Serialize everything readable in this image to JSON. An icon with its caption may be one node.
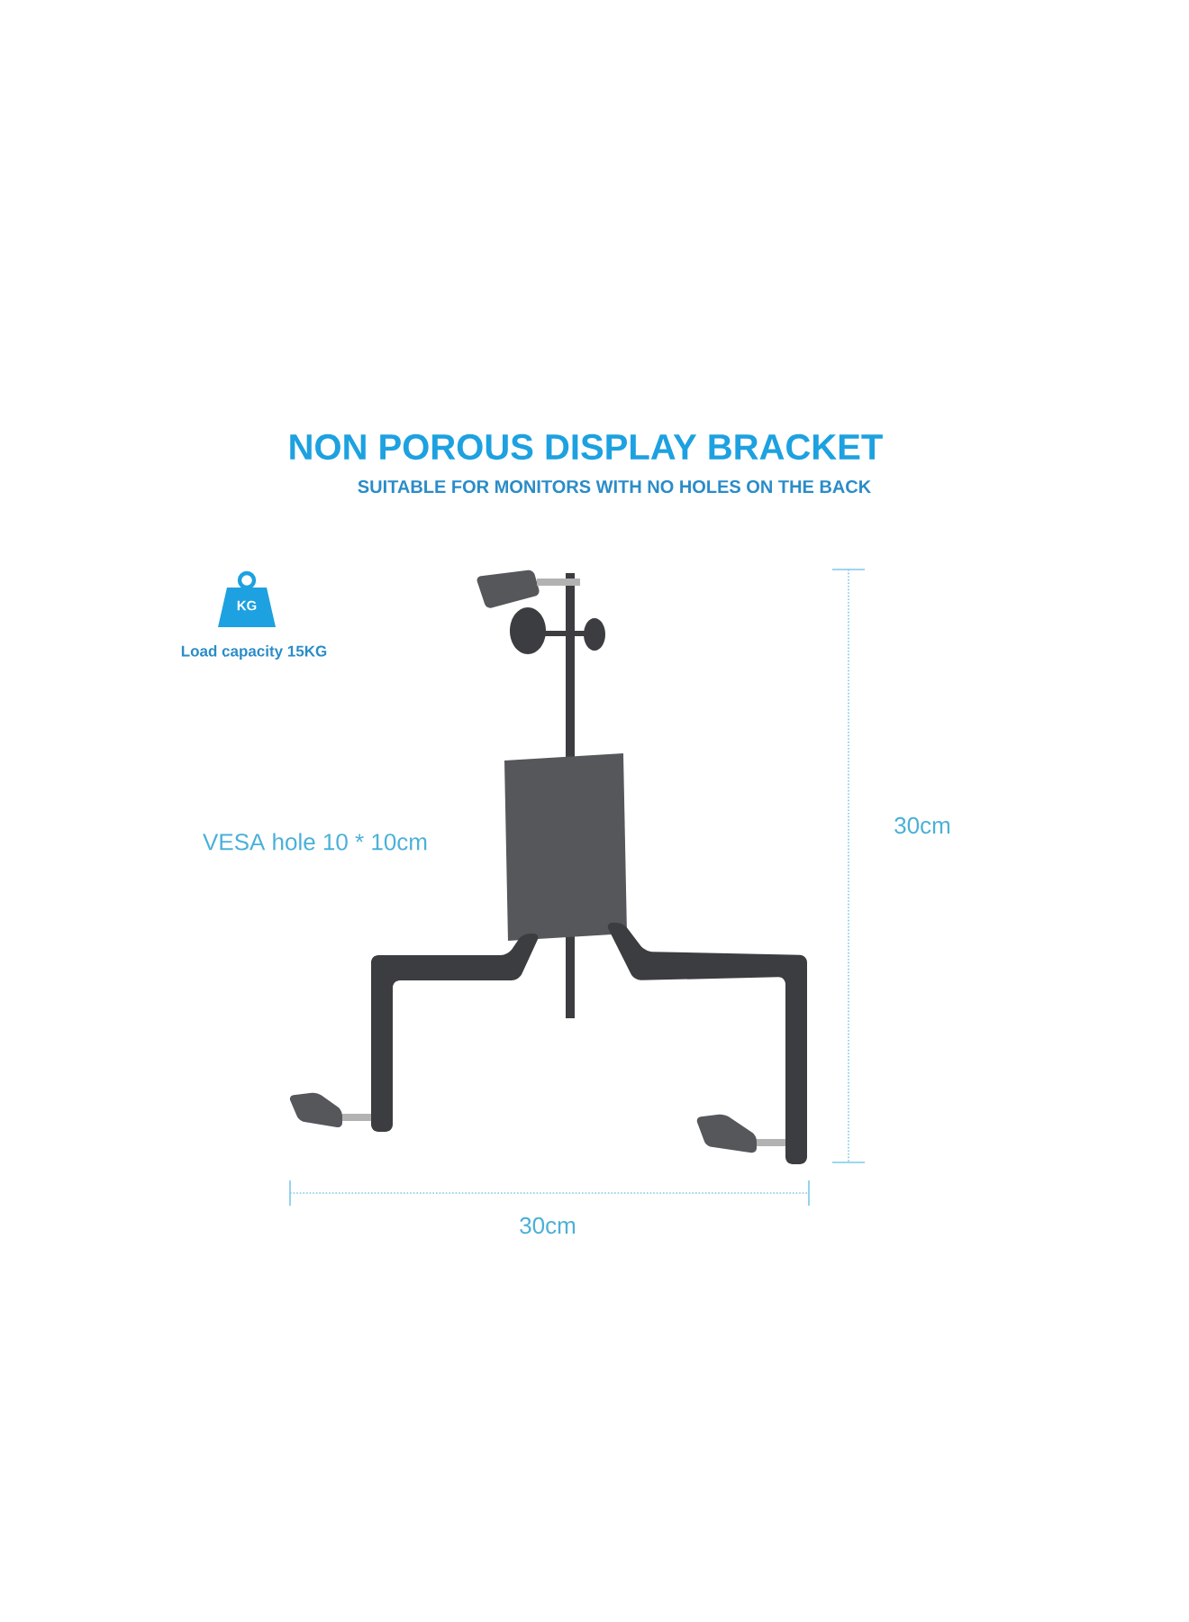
{
  "diagram": {
    "title": "NON POROUS DISPLAY BRACKET",
    "labels": [
      "SUITABLE FOR MONITORS WITH NO HOLES ON THE BACK",
      "KG",
      "Load capacity 15KG",
      "VESA hole 10 * 10cm",
      "30cm",
      "30cm"
    ]
  }
}
